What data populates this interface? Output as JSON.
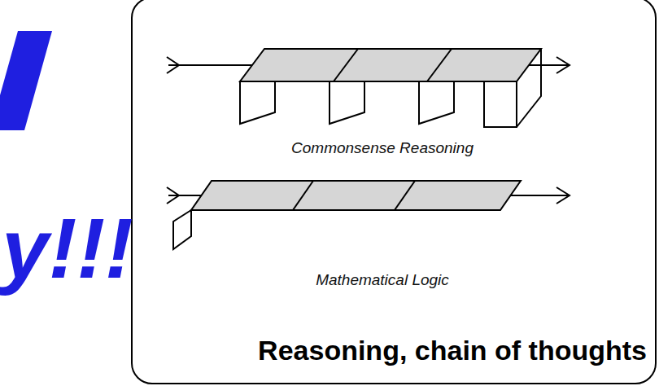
{
  "diagram": {
    "nodes": [
      {
        "text": [
          "Reasoning, chain of thoughts"
        ]
      }
    ],
    "labels": [
      "Commonsense Reasoning",
      "Mathematical Logic",
      "y!!!"
    ]
  }
}
